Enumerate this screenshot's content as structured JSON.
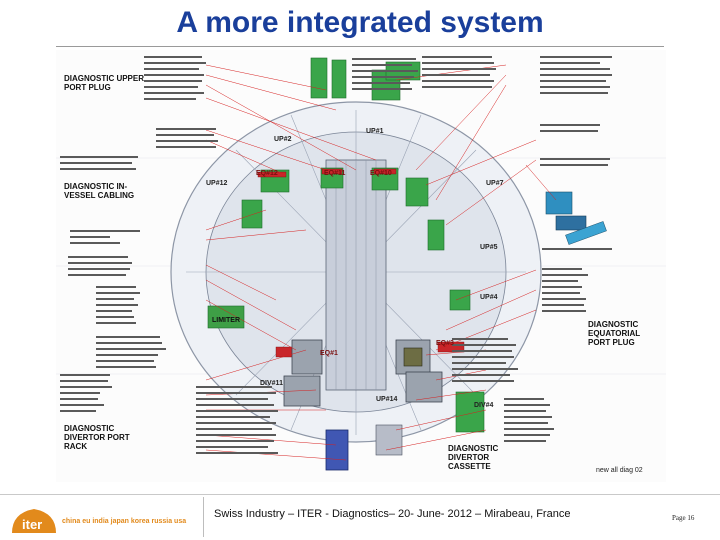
{
  "title": "A more integrated system",
  "labels": {
    "upper_port_plug": "DIAGNOSTIC UPPER PORT PLUG",
    "in_vessel_cabling": "DIAGNOSTIC IN-VESSEL CABLING",
    "equatorial_port_plug": "DIAGNOSTIC EQUATORIAL PORT PLUG",
    "divertor_port_rack": "DIAGNOSTIC DIVERTOR PORT RACK",
    "divertor_cassette": "DIAGNOSTIC DIVERTOR CASSETTE",
    "limiter": "LIMITER",
    "credit": "new all diag 02"
  },
  "port_labels": [
    "UP#12",
    "UP#2",
    "UP#1",
    "EQ#12",
    "EQ#11",
    "EQ#10",
    "UP#7",
    "UP#4",
    "UP#5",
    "EQ#1",
    "EQ#3",
    "DIV#11",
    "DIV#4",
    "UP#14"
  ],
  "footer": {
    "text": "Swiss Industry – ITER - Diagnostics– 20- June- 2012 – Mirabeau, France",
    "page": "Page 16",
    "logo_tagline": "china eu india japan korea russia usa",
    "logo_word": "iter"
  },
  "colors": {
    "title": "#1a3f9b",
    "logo": "#e28a1c",
    "leader_lines": "#d62020"
  }
}
